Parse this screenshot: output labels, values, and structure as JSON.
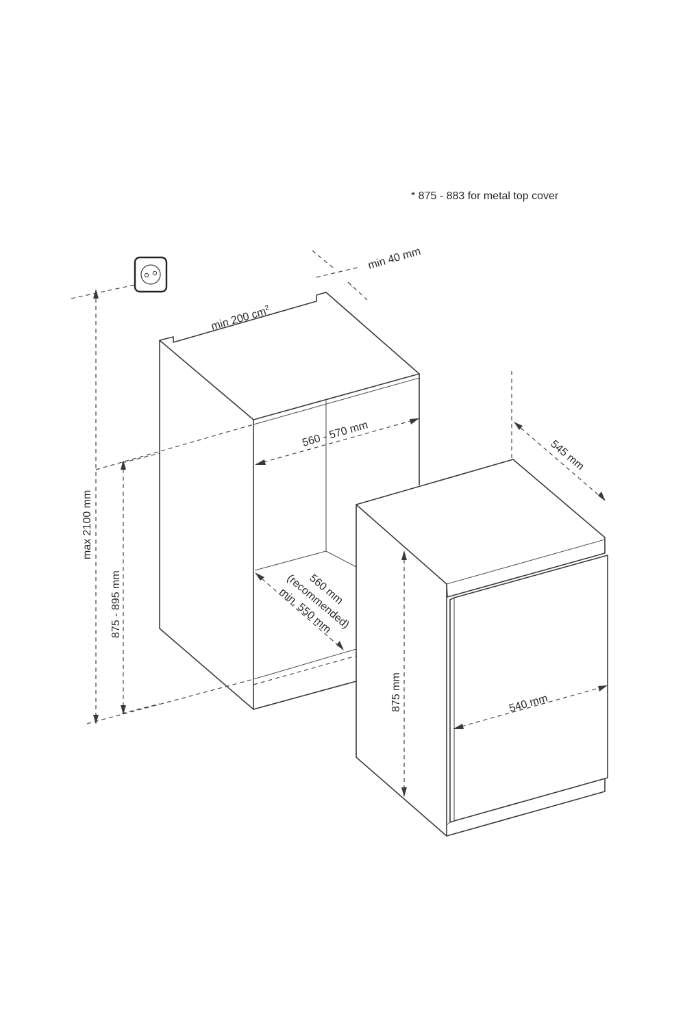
{
  "footnote": "* 875 - 883 for metal top cover",
  "dimensions": {
    "ventilation_gap": "min 40 mm",
    "vent_area": "min 200 cm",
    "vent_area_exponent": "2",
    "niche_width": "560 - 570 mm",
    "niche_depth_line1": "560 mm",
    "niche_depth_line2": "(recommended)",
    "niche_depth_line3": "min. 550 mm",
    "max_height": "max 2100 mm",
    "niche_height": "875 - 895 mm",
    "appliance_depth": "545 mm",
    "appliance_height": "875 mm",
    "appliance_width": "540 mm"
  },
  "icons": {
    "socket": "power-socket-icon"
  }
}
